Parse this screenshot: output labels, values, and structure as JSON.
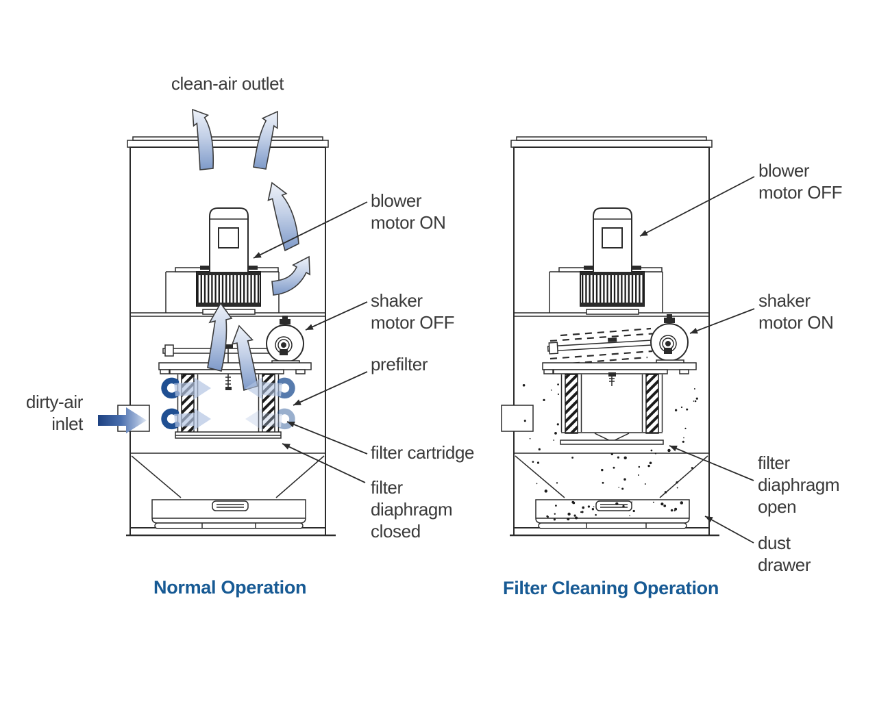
{
  "figure": {
    "type": "technical-diagram",
    "subject": "dust collector operation"
  },
  "colors": {
    "background": "#ffffff",
    "line": "#2b2b2b",
    "label_text": "#3a3a3a",
    "caption_blue": "#175a94",
    "arrow_blue_dark": "#1d4181",
    "arrow_blue_light": "#e6ecf6",
    "swirl_blue": "#1f4f92"
  },
  "left": {
    "caption": "Normal Operation",
    "labels": {
      "clean_air_outlet": "clean-air outlet",
      "blower_motor": [
        "blower",
        "motor ON"
      ],
      "shaker_motor": [
        "shaker",
        "motor OFF"
      ],
      "prefilter": "prefilter",
      "filter_cartridge": "filter cartridge",
      "filter_diaphragm": [
        "filter",
        "diaphragm",
        "closed"
      ],
      "dirty_air_inlet": [
        "dirty-air",
        "inlet"
      ]
    }
  },
  "right": {
    "caption": "Filter Cleaning Operation",
    "labels": {
      "blower_motor": [
        "blower",
        "motor OFF"
      ],
      "shaker_motor": [
        "shaker",
        "motor ON"
      ],
      "filter_diaphragm": [
        "filter",
        "diaphragm",
        "open"
      ],
      "dust_drawer": [
        "dust",
        "drawer"
      ]
    }
  }
}
